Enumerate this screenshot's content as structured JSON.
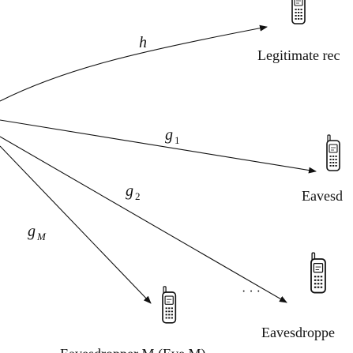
{
  "channels": {
    "h": "h",
    "g1_base": "g",
    "g1_sub": "1",
    "g2_base": "g",
    "g2_sub": "2",
    "gM_base": "g",
    "gM_sub": "M"
  },
  "nodes": {
    "legit_label": "Legitimate rec",
    "eve1_label": "Eavesd",
    "eveM1_label": "Eavesdroppe",
    "eveM_label": "Eavesdropper M (Eve M)"
  },
  "ellipsis": "· · ·",
  "colors": {
    "stroke": "#111111",
    "background": "#ffffff"
  }
}
